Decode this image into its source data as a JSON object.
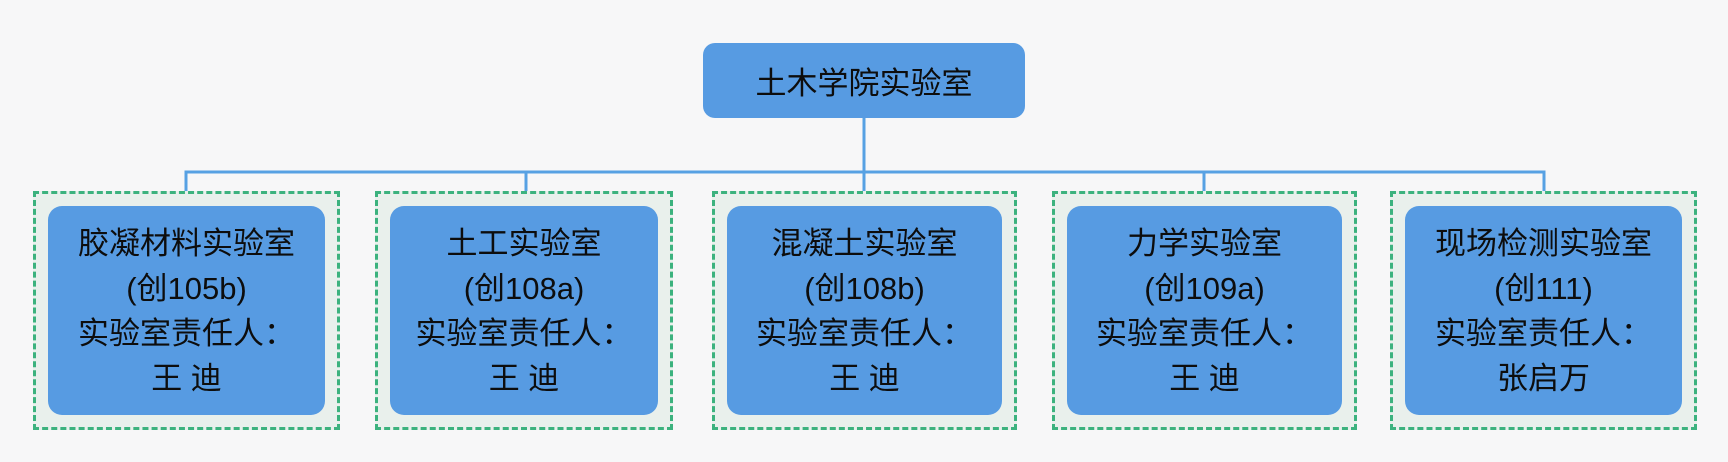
{
  "root": {
    "label": "土木学院实验室"
  },
  "labs": [
    {
      "name": "胶凝材料实验室",
      "room": "(创105b)",
      "manager_label": "实验室责任人：",
      "manager": "王 迪"
    },
    {
      "name": "土工实验室",
      "room": "(创108a)",
      "manager_label": "实验室责任人：",
      "manager": "王 迪"
    },
    {
      "name": "混凝土实验室",
      "room": "(创108b)",
      "manager_label": "实验室责任人：",
      "manager": "王 迪"
    },
    {
      "name": "力学实验室",
      "room": "(创109a)",
      "manager_label": "实验室责任人：",
      "manager": "王 迪"
    },
    {
      "name": "现场检测实验室",
      "room": "(创111)",
      "manager_label": "实验室责任人：",
      "manager": "张启万"
    }
  ],
  "colors": {
    "background": "#f7f7f8",
    "node_fill": "#579be2",
    "connector_line": "#57a1e3",
    "selection_border_green": "#3cb27e",
    "selection_fill": "#e9f0ec",
    "text": "#0d0d0d"
  }
}
